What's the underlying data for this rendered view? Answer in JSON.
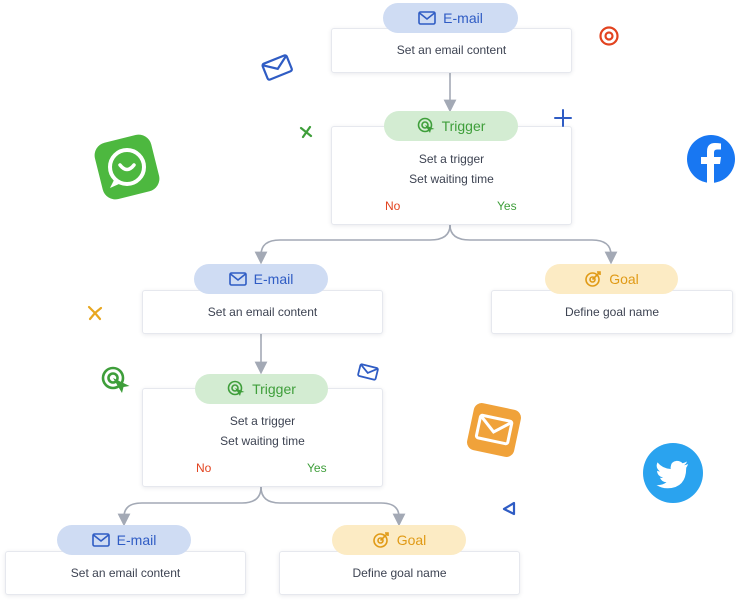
{
  "email_label": "E-mail",
  "trigger_label": "Trigger",
  "goal_label": "Goal",
  "email_content": "Set an email content",
  "trigger_line1": "Set a trigger",
  "trigger_line2": "Set waiting time",
  "no_label": "No",
  "yes_label": "Yes",
  "goal_content": "Define goal name",
  "colors": {
    "email": "#2f5cc4",
    "trigger": "#3e9e3a",
    "goal": "#e09a16",
    "no": "#e2431f",
    "connector": "#a3a9b5"
  },
  "icons": [
    "envelope-icon",
    "target-cursor-icon",
    "goal-target-icon",
    "whatsapp-icon",
    "facebook-icon",
    "twitter-icon",
    "mail-envelope-icon"
  ]
}
